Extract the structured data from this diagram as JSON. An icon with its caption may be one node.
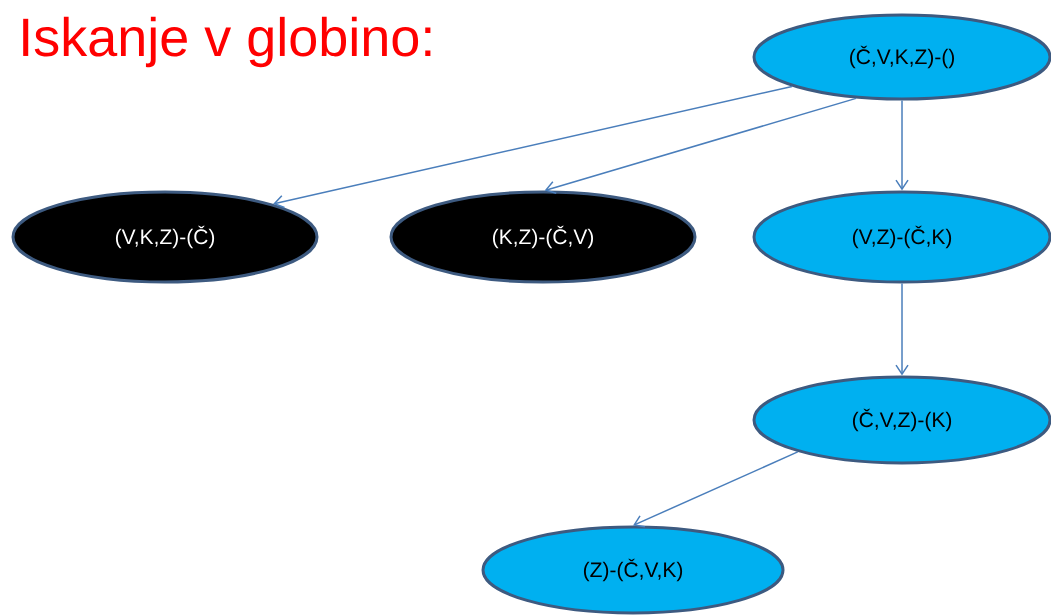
{
  "diagram": {
    "title": "Iskanje v globino:",
    "nodes": [
      {
        "text": [
          "(Č,V,K,Z)-()"
        ]
      },
      {
        "text": [
          "(V,K,Z)-(Č)"
        ]
      },
      {
        "text": [
          "(K,Z)-(Č,V)"
        ]
      },
      {
        "text": [
          "(V,Z)-(Č,K)"
        ]
      },
      {
        "text": [
          "(Č,V,Z)-(K)"
        ]
      },
      {
        "text": [
          "(Z)-(Č,V,K)"
        ]
      }
    ],
    "edges": [
      {
        "from": 0,
        "to": 1,
        "arrow": "to"
      },
      {
        "from": 0,
        "to": 2,
        "arrow": "to"
      },
      {
        "from": 0,
        "to": 3,
        "arrow": "to"
      },
      {
        "from": 3,
        "to": 4,
        "arrow": "to"
      },
      {
        "from": 4,
        "to": 5,
        "arrow": "to"
      }
    ]
  }
}
